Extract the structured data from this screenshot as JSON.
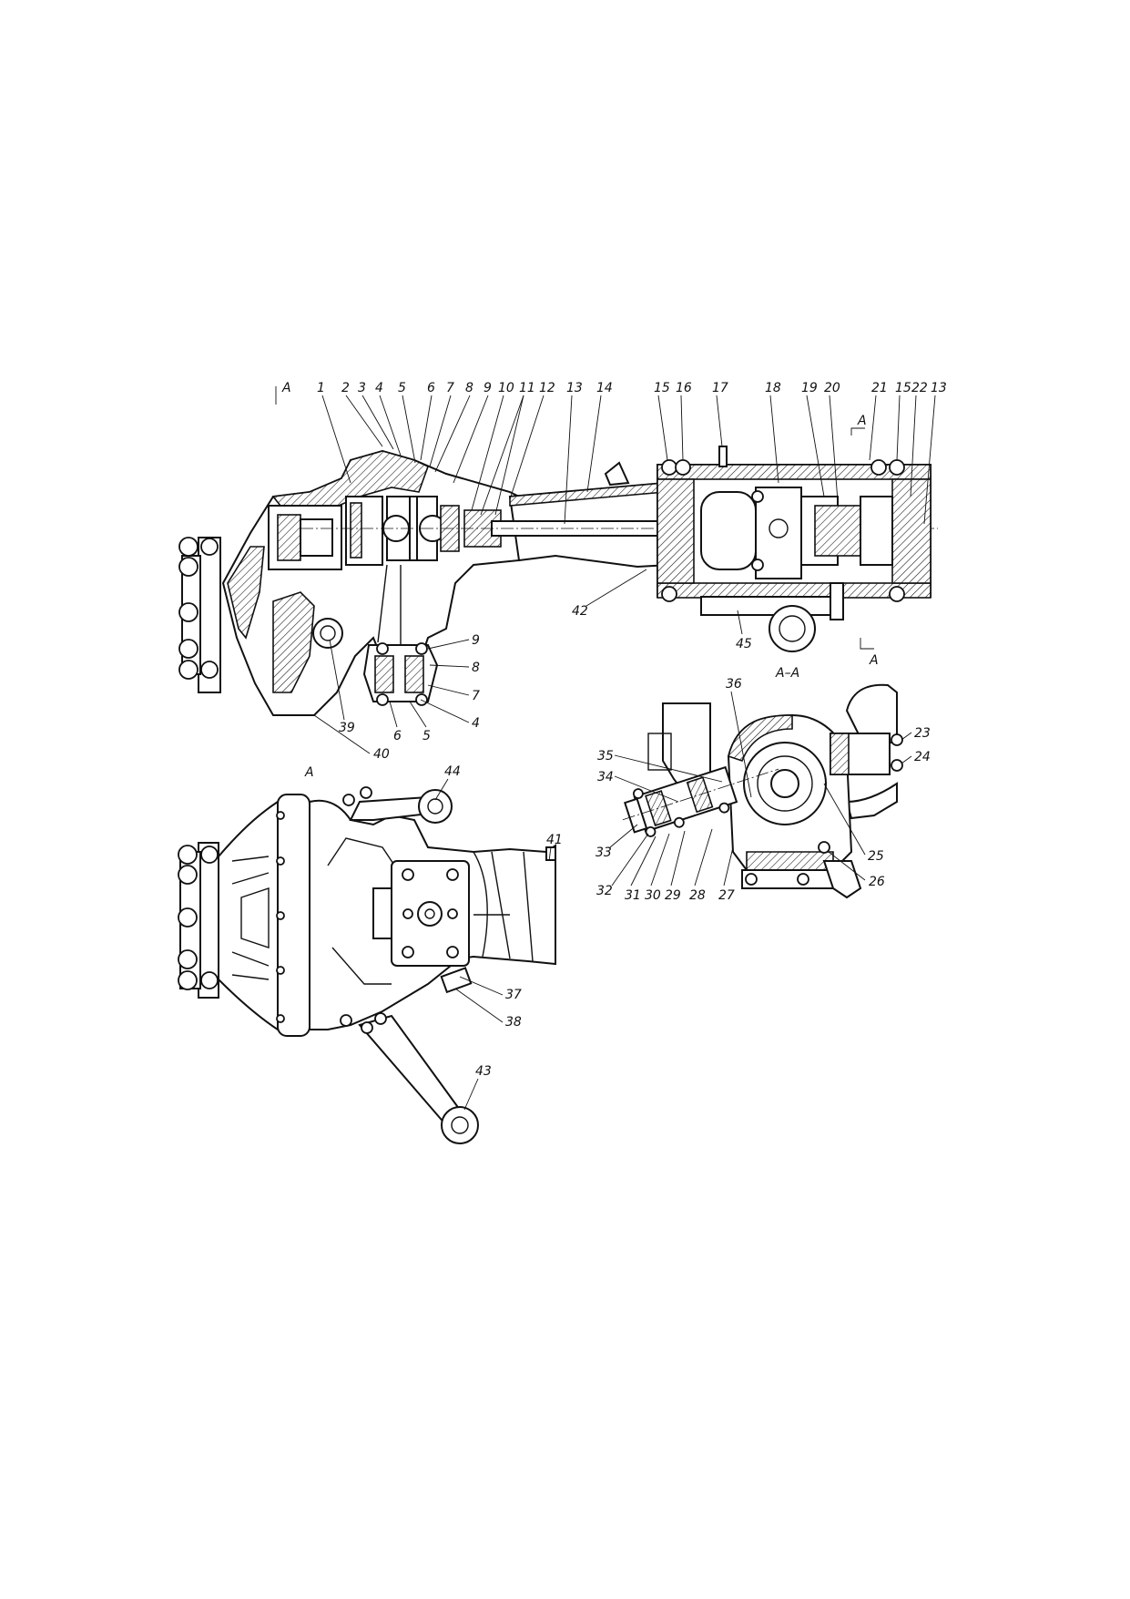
{
  "views": {
    "main_section_marker": "A",
    "view_a_title": "A",
    "section_aa_title": "A–A",
    "section_cut_top": "A",
    "section_cut_bottom": "A"
  },
  "callouts": {
    "main_top": [
      "1",
      "2",
      "3",
      "4",
      "5",
      "6",
      "7",
      "8",
      "9",
      "10",
      "11",
      "12",
      "13",
      "14",
      "15",
      "16",
      "17",
      "18",
      "19",
      "20",
      "21",
      "15",
      "22",
      "13"
    ],
    "main_lower": [
      "9",
      "8",
      "7",
      "4",
      "5",
      "6",
      "39",
      "40",
      "42",
      "45"
    ],
    "view_a": [
      "44",
      "41",
      "37",
      "38",
      "43"
    ],
    "section_aa": [
      "36",
      "35",
      "34",
      "33",
      "32",
      "31",
      "30",
      "29",
      "28",
      "27",
      "23",
      "24",
      "25",
      "26"
    ]
  }
}
